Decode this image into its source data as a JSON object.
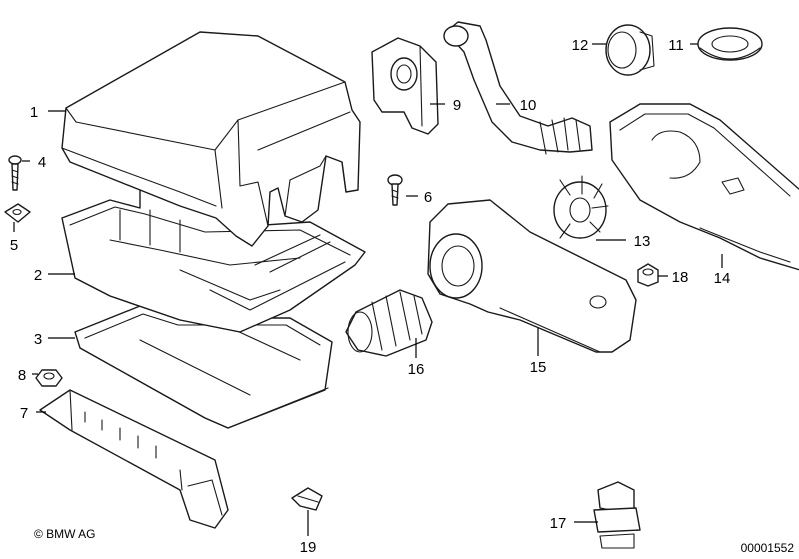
{
  "callouts": [
    "1",
    "2",
    "3",
    "4",
    "5",
    "6",
    "7",
    "8",
    "9",
    "10",
    "11",
    "12",
    "13",
    "14",
    "15",
    "16",
    "17",
    "18",
    "19"
  ],
  "copyright": "© BMW AG",
  "image_number": "00001552",
  "colors": {
    "line": "#1a1a1a",
    "background": "#ffffff"
  }
}
